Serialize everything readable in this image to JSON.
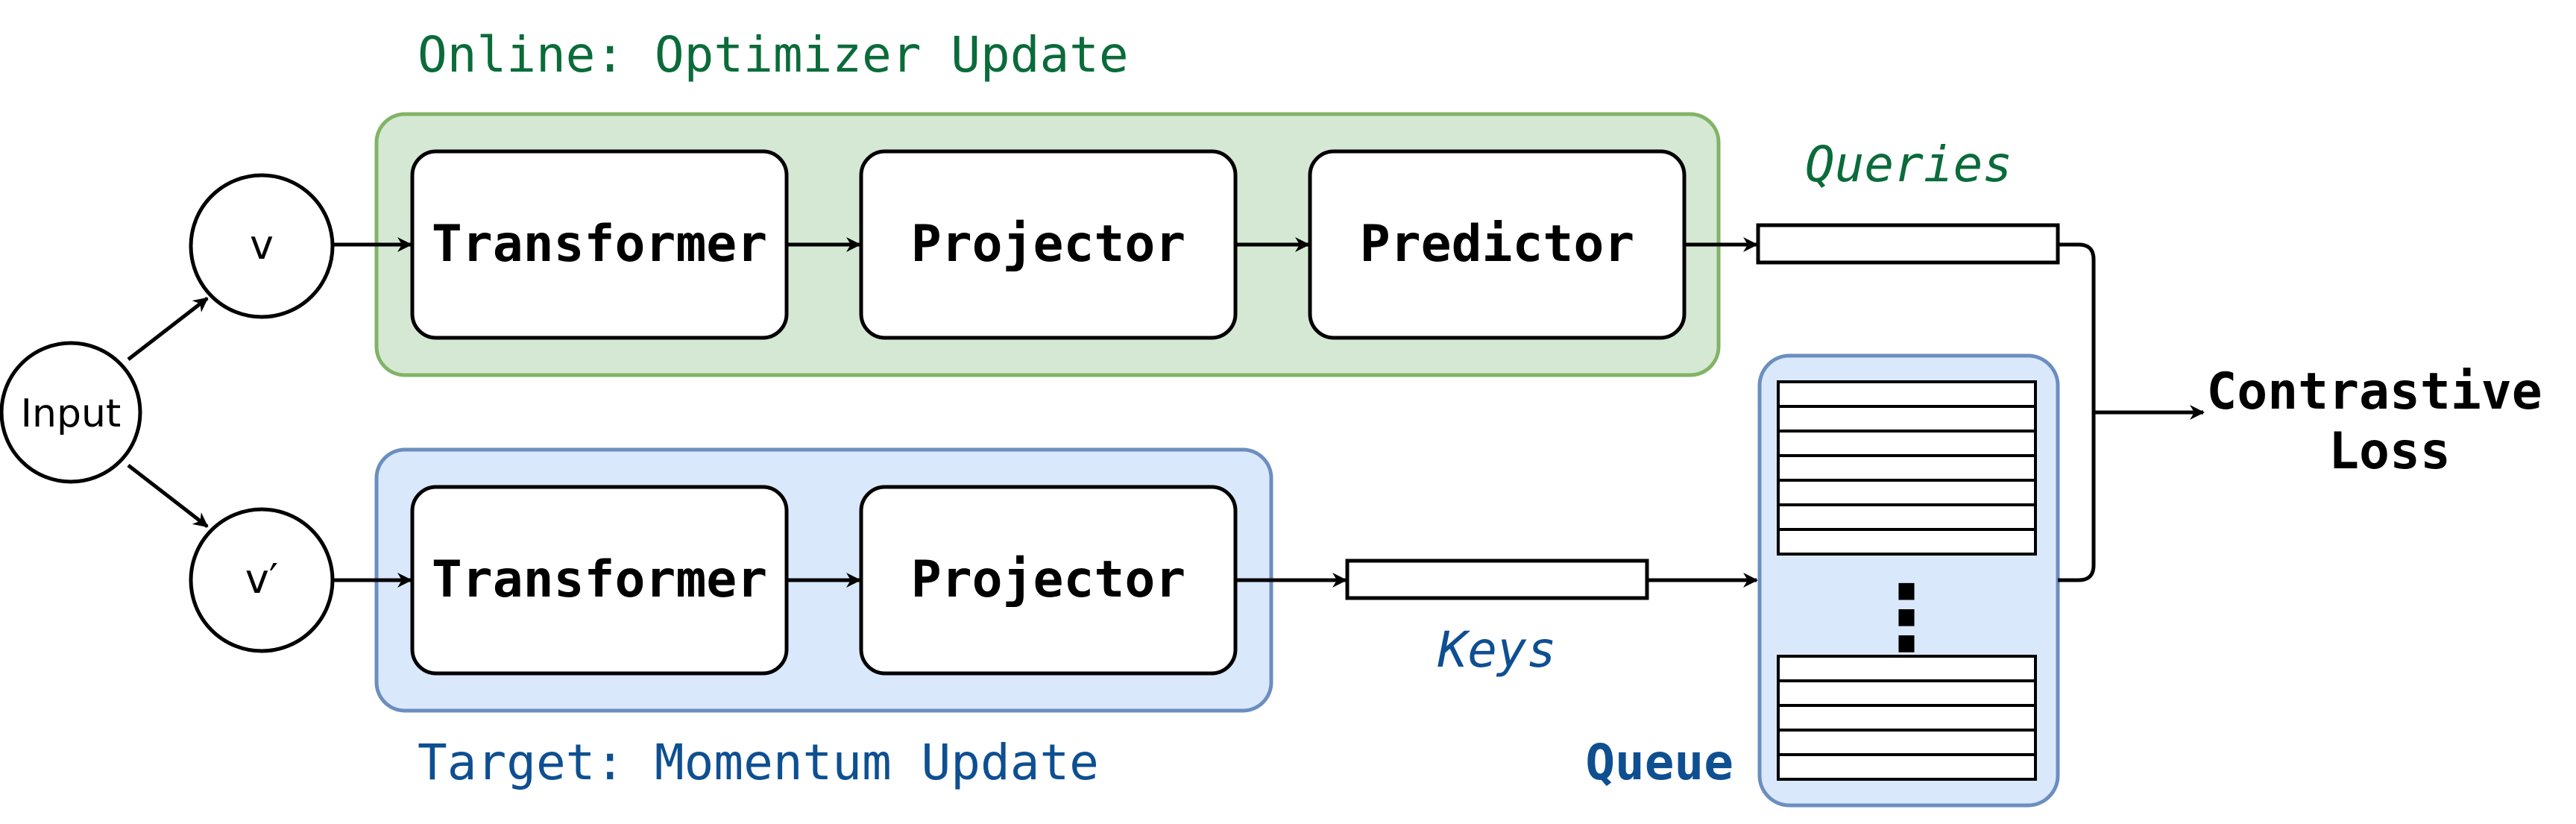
{
  "colors": {
    "online_fill": "#d5e8d4",
    "online_stroke": "#82b366",
    "target_fill": "#dae8fc",
    "target_stroke": "#6c8ebf",
    "online_text": "#0b6b3a",
    "target_text": "#0e4f91",
    "line": "#000000"
  },
  "input": {
    "label": "Input"
  },
  "views": {
    "v": "v",
    "v_prime": "v′"
  },
  "online": {
    "title": "Online: Optimizer Update",
    "blocks": [
      "Transformer",
      "Projector",
      "Predictor"
    ]
  },
  "target": {
    "title": "Target: Momentum Update",
    "blocks": [
      "Transformer",
      "Projector"
    ]
  },
  "queries_label": "Queries",
  "keys_label": "Keys",
  "queue_label": "Queue",
  "queue_dots": "⋮",
  "loss": {
    "line1": "Contrastive",
    "line2": "Loss"
  }
}
